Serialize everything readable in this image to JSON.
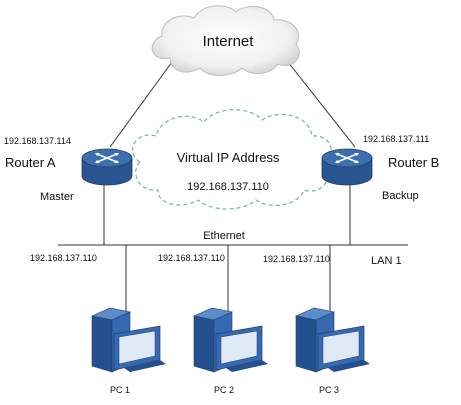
{
  "internet": {
    "label": "Internet"
  },
  "virtual_ip": {
    "title": "Virtual IP Address",
    "address": "192.168.137.110"
  },
  "router_a": {
    "label": "Router A",
    "role": "Master",
    "ip": "192.168.137.114"
  },
  "router_b": {
    "label": "Router B",
    "role": "Backup",
    "ip": "192.168.137.111"
  },
  "segment": {
    "label": "Ethernet",
    "lan_label": "LAN 1"
  },
  "pcs": [
    {
      "label": "PC 1",
      "gateway_ip": "192.168.137.110"
    },
    {
      "label": "PC 2",
      "gateway_ip": "192.168.137.110"
    },
    {
      "label": "PC 3",
      "gateway_ip": "192.168.137.110"
    }
  ],
  "colors": {
    "router_top": "#3d6fb0",
    "router_side": "#2a5591",
    "pc_blue": "#3769b2",
    "pc_dark": "#24508f",
    "virtual_cloud_stroke": "#6cb7a8",
    "line": "#333333"
  }
}
